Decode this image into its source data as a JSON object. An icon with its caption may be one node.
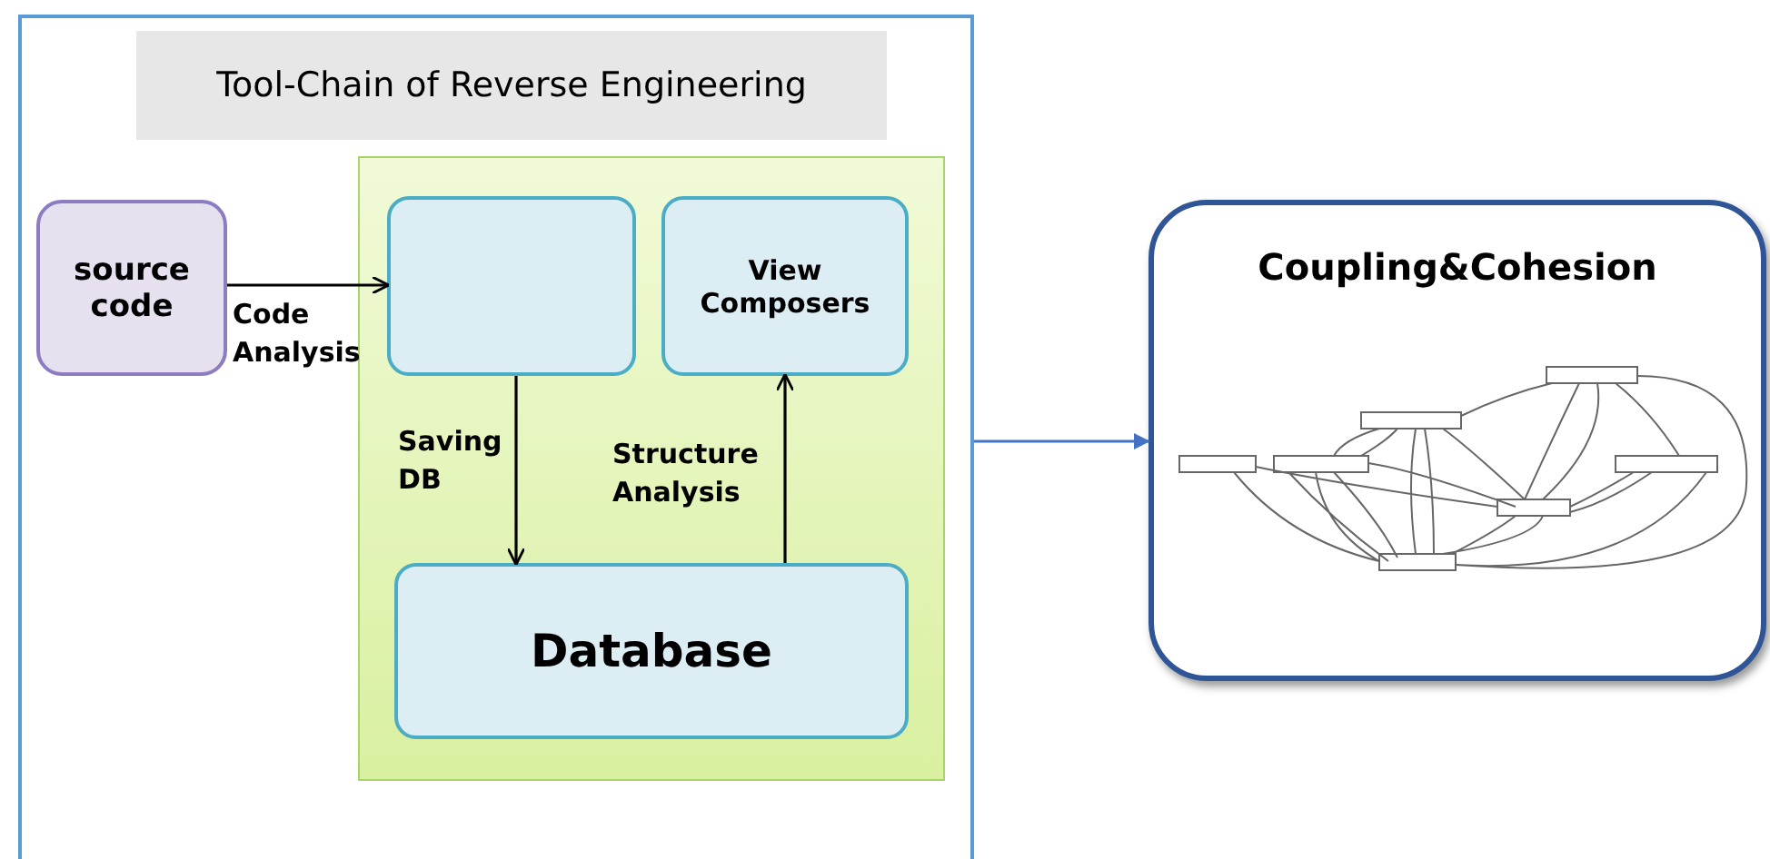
{
  "diagram": {
    "nodes": [
      {
        "text": [],
        "shape": "box"
      },
      {
        "text": [
          "Tool-Chain of Reverse Engineering"
        ],
        "in": 0
      },
      {
        "text": [
          "source code"
        ],
        "in": 0
      },
      {
        "text": [],
        "shape": "box",
        "in": 0
      },
      {
        "text": [],
        "shape": "box",
        "in": 3
      },
      {
        "text": [
          "View Composers"
        ],
        "in": 3
      },
      {
        "text": [
          "Database"
        ],
        "in": 3
      },
      {
        "text": [
          "Coupling&Cohesion"
        ]
      },
      {
        "text": [],
        "shape": "picture",
        "in": 7
      }
    ],
    "edges": [
      {
        "from": 2,
        "to": 4,
        "arrow": "to",
        "label": "Code Analysis"
      },
      {
        "from": 4,
        "to": 6,
        "arrow": "to",
        "label": "Saving DB"
      },
      {
        "from": 6,
        "to": 5,
        "arrow": "to",
        "label": "Structure Analysis"
      },
      {
        "from": 0,
        "to": 7,
        "arrow": "to",
        "color": "#4472c4"
      }
    ]
  }
}
